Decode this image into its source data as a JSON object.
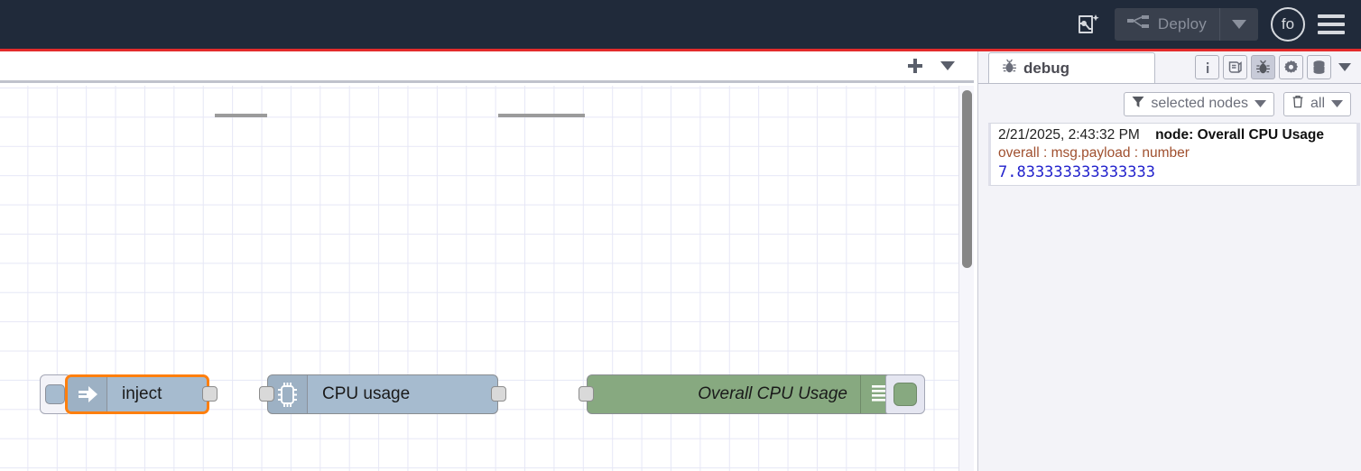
{
  "header": {
    "flow_ai_icon": "flow-sparkle-icon",
    "deploy_label": "Deploy",
    "deploy_icon": "deploy-nodes-icon",
    "deploy_caret_icon": "chevron-down-icon",
    "user_initials": "fo",
    "menu_icon": "hamburger-menu-icon",
    "accent_color": "#e32b2b",
    "background_color": "#202a3a"
  },
  "workspace": {
    "tabbar": {
      "add_icon": "plus-icon",
      "menu_icon": "chevron-down-icon"
    },
    "nodes": [
      {
        "id": "inject",
        "label": "inject",
        "icon": "arrow-right-icon",
        "color": "#a6bbcf",
        "selected": true,
        "button_handle": "inject-trigger-button"
      },
      {
        "id": "cpu-usage",
        "label": "CPU usage",
        "icon": "cpu-chip-icon",
        "color": "#a6bbcf",
        "selected": false
      },
      {
        "id": "overall-cpu-usage",
        "label": "Overall CPU Usage",
        "icon": "debug-lines-icon",
        "color": "#87a980",
        "selected": false,
        "button_handle": "debug-enable-toggle"
      }
    ]
  },
  "sidebar": {
    "active_tab": "debug",
    "tab_icon": "bug-icon",
    "tools": [
      {
        "name": "information-icon",
        "glyph": "i",
        "active": false
      },
      {
        "name": "help-book-icon",
        "glyph": "book",
        "active": false
      },
      {
        "name": "debug-bug-icon",
        "glyph": "bug",
        "active": true
      },
      {
        "name": "config-gear-icon",
        "glyph": "gear",
        "active": false
      },
      {
        "name": "context-data-icon",
        "glyph": "database",
        "active": false
      }
    ],
    "tools_caret_icon": "chevron-down-icon",
    "filters": {
      "scope_icon": "funnel-icon",
      "scope_label": "selected nodes",
      "scope_caret_icon": "chevron-down-icon",
      "clear_icon": "trash-icon",
      "clear_label": "all",
      "clear_caret_icon": "chevron-down-icon"
    },
    "messages": [
      {
        "timestamp": "2/21/2025, 2:43:32 PM",
        "node_prefix": "node: ",
        "node_name": "Overall CPU Usage",
        "topic": "overall : msg.payload : number",
        "value": "7.833333333333333"
      }
    ]
  }
}
